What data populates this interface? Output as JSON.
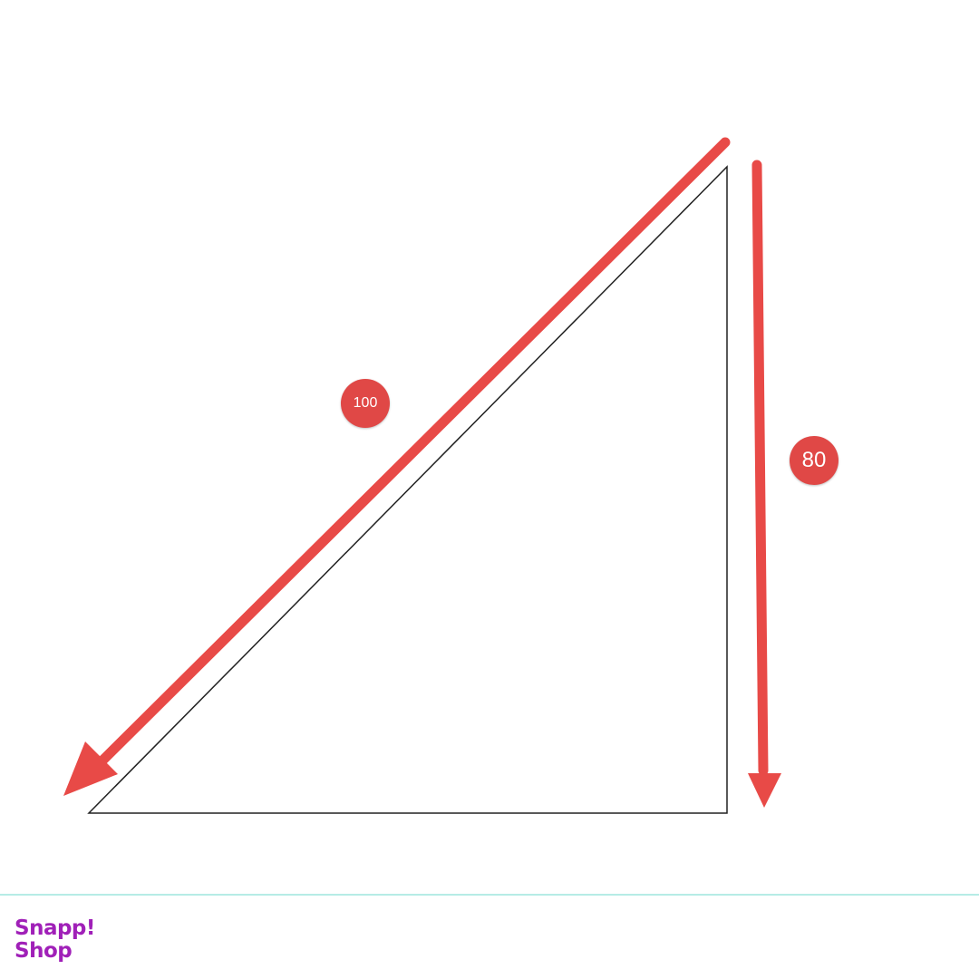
{
  "diagram": {
    "hypotenuse_label": "100",
    "vertical_label": "80"
  },
  "brand": {
    "line1": "Snapp!",
    "line2": "Shop"
  },
  "colors": {
    "arrow": "#e84a47",
    "badge": "#e04846",
    "triangle_stroke": "#222222",
    "footer_line": "#b6ece6",
    "brand": "#a020b8"
  },
  "icons": {
    "hypotenuse_arrow": "arrow-down-left-icon",
    "vertical_arrow": "arrow-down-icon"
  }
}
